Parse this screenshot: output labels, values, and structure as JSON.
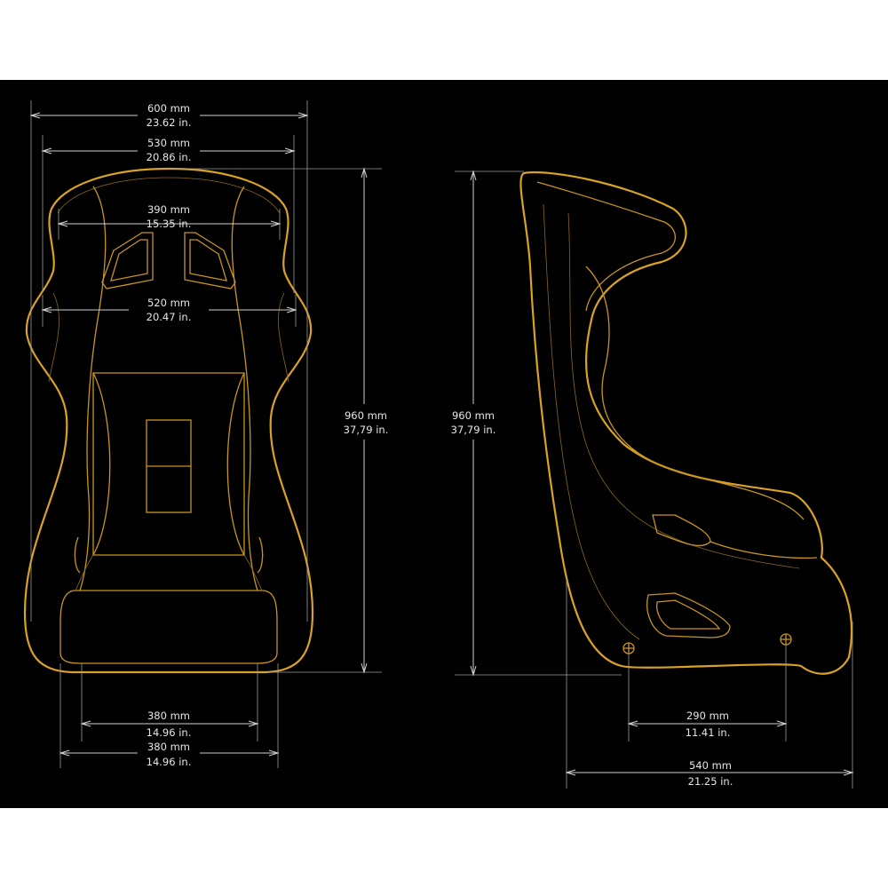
{
  "colors": {
    "background": "#000000",
    "outline": "#d9a227",
    "dimension": "#cfcfcf",
    "text": "#e6e6e6"
  },
  "front_view": {
    "dimensions": {
      "overall_width": {
        "mm": "600 mm",
        "in": "23.62 in."
      },
      "shoulder_width": {
        "mm": "530 mm",
        "in": "20.86 in."
      },
      "harness_width": {
        "mm": "390 mm",
        "in": "15.35 in."
      },
      "mid_width": {
        "mm": "520 mm",
        "in": "20.47 in."
      },
      "height": {
        "mm": "960 mm",
        "in": "37,79 in."
      },
      "base_inner": {
        "mm": "380 mm",
        "in": "14.96 in."
      },
      "base_outer": {
        "mm": "380 mm",
        "in": "14.96 in."
      }
    }
  },
  "side_view": {
    "dimensions": {
      "height": {
        "mm": "960 mm",
        "in": "37,79 in."
      },
      "mount_spacing": {
        "mm": "290 mm",
        "in": "11.41 in."
      },
      "depth": {
        "mm": "540 mm",
        "in": "21.25 in."
      }
    }
  }
}
